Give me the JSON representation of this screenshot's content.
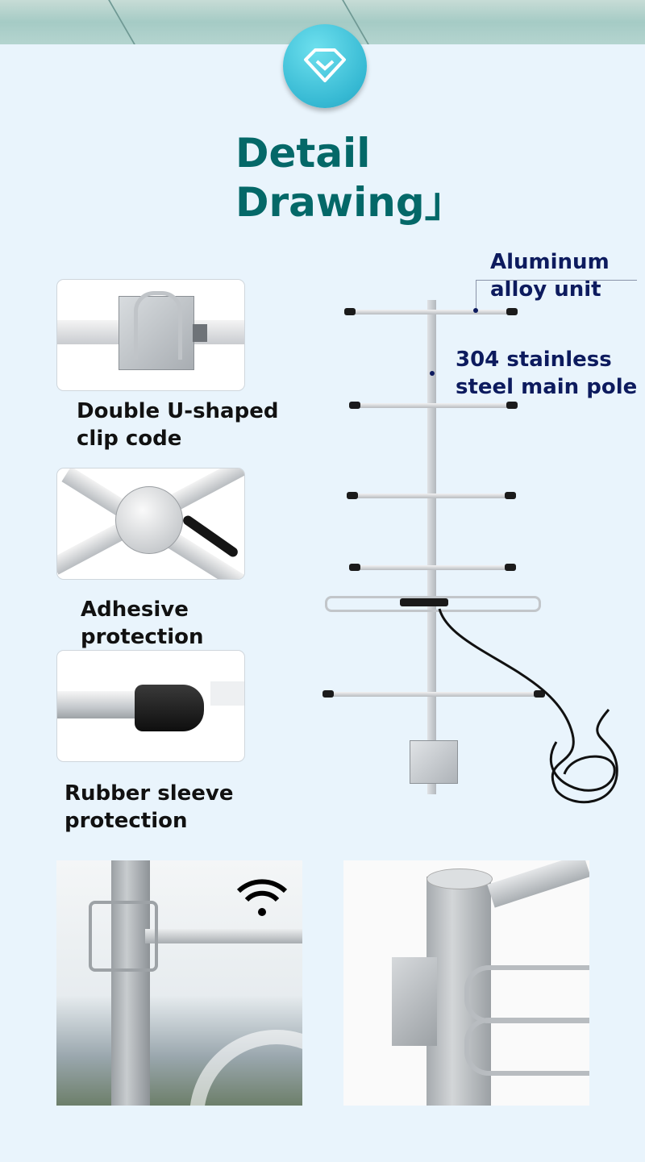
{
  "header": {
    "title_line1": "Detail",
    "title_line2": "Drawing」",
    "badge_icon": "diamond-check-icon"
  },
  "details": [
    {
      "label_line1": "Double U-shaped",
      "label_line2": "clip code"
    },
    {
      "label_line1": "Adhesive",
      "label_line2": "protection"
    },
    {
      "label_line1": "Rubber sleeve",
      "label_line2": "protection"
    }
  ],
  "callouts": [
    {
      "line1": "Aluminum",
      "line2": "alloy unit"
    },
    {
      "line1": "304 stainless",
      "line2": "steel main pole"
    }
  ],
  "colors": {
    "title": "#046868",
    "callout": "#0d1b5e",
    "background": "#e9f4fc",
    "badge": "#36b9d3"
  }
}
